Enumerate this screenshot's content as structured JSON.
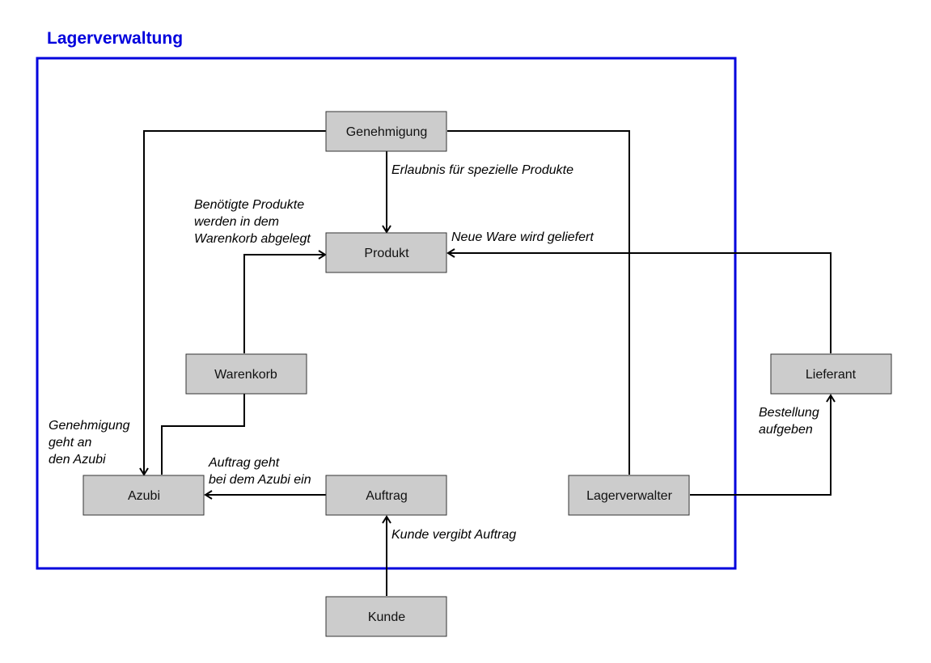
{
  "diagram": {
    "title": "Lagerverwaltung",
    "boundary_color": "#0000dd",
    "nodes": {
      "genehmigung": "Genehmigung",
      "produkt": "Produkt",
      "warenkorb": "Warenkorb",
      "lieferant": "Lieferant",
      "azubi": "Azubi",
      "auftrag": "Auftrag",
      "lagerverwalter": "Lagerverwalter",
      "kunde": "Kunde"
    },
    "edges": {
      "genehmigung_produkt": "Erlaubnis für spezielle Produkte",
      "warenkorb_produkt": [
        "Benötigte Produkte",
        "werden in dem",
        "Warenkorb abgelegt"
      ],
      "lieferant_produkt": "Neue Ware wird geliefert",
      "genehmigung_azubi": [
        "Genehmigung",
        "geht an",
        "den Azubi"
      ],
      "auftrag_azubi": [
        "Auftrag geht",
        "bei dem Azubi ein"
      ],
      "kunde_auftrag": "Kunde vergibt Auftrag",
      "lagerverwalter_lieferant": [
        "Bestellung",
        "aufgeben"
      ]
    }
  }
}
